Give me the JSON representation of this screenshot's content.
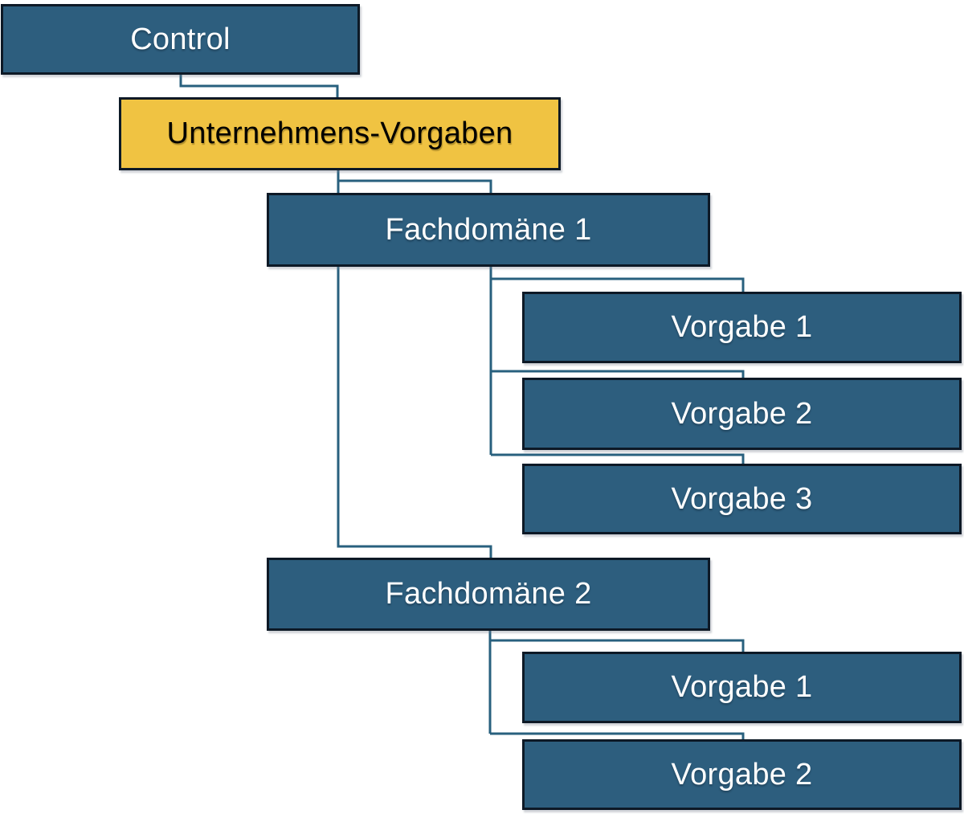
{
  "diagram": {
    "type": "hierarchy-block-diagram",
    "background_color": "#FFFFFF",
    "colors": {
      "blue_node_fill": "#2D5E7E",
      "gold_node_fill": "#F0C342",
      "node_border": "#0D1926",
      "connector_line": "#28607E",
      "text_on_blue": "#FFFFFF",
      "text_on_gold": "#000000"
    },
    "nodes": {
      "control": {
        "label": "Control",
        "level": 1,
        "style": "blue"
      },
      "unternehmens_vorgaben": {
        "label": "Unternehmens-Vorgaben",
        "level": 2,
        "style": "gold"
      },
      "fachdomaene_1": {
        "label": "Fachdomäne 1",
        "level": 3,
        "style": "blue"
      },
      "fachdomaene_1_vorgabe_1": {
        "label": "Vorgabe 1",
        "level": 4,
        "style": "blue"
      },
      "fachdomaene_1_vorgabe_2": {
        "label": "Vorgabe 2",
        "level": 4,
        "style": "blue"
      },
      "fachdomaene_1_vorgabe_3": {
        "label": "Vorgabe 3",
        "level": 4,
        "style": "blue"
      },
      "fachdomaene_2": {
        "label": "Fachdomäne 2",
        "level": 3,
        "style": "blue"
      },
      "fachdomaene_2_vorgabe_1": {
        "label": "Vorgabe 1",
        "level": 4,
        "style": "blue"
      },
      "fachdomaene_2_vorgabe_2": {
        "label": "Vorgabe 2",
        "level": 4,
        "style": "blue"
      }
    },
    "edges": [
      {
        "from": "control",
        "to": "unternehmens_vorgaben"
      },
      {
        "from": "unternehmens_vorgaben",
        "to": "fachdomaene_1"
      },
      {
        "from": "unternehmens_vorgaben",
        "to": "fachdomaene_2"
      },
      {
        "from": "fachdomaene_1",
        "to": "fachdomaene_1_vorgabe_1"
      },
      {
        "from": "fachdomaene_1",
        "to": "fachdomaene_1_vorgabe_2"
      },
      {
        "from": "fachdomaene_1",
        "to": "fachdomaene_1_vorgabe_3"
      },
      {
        "from": "fachdomaene_2",
        "to": "fachdomaene_2_vorgabe_1"
      },
      {
        "from": "fachdomaene_2",
        "to": "fachdomaene_2_vorgabe_2"
      }
    ]
  }
}
